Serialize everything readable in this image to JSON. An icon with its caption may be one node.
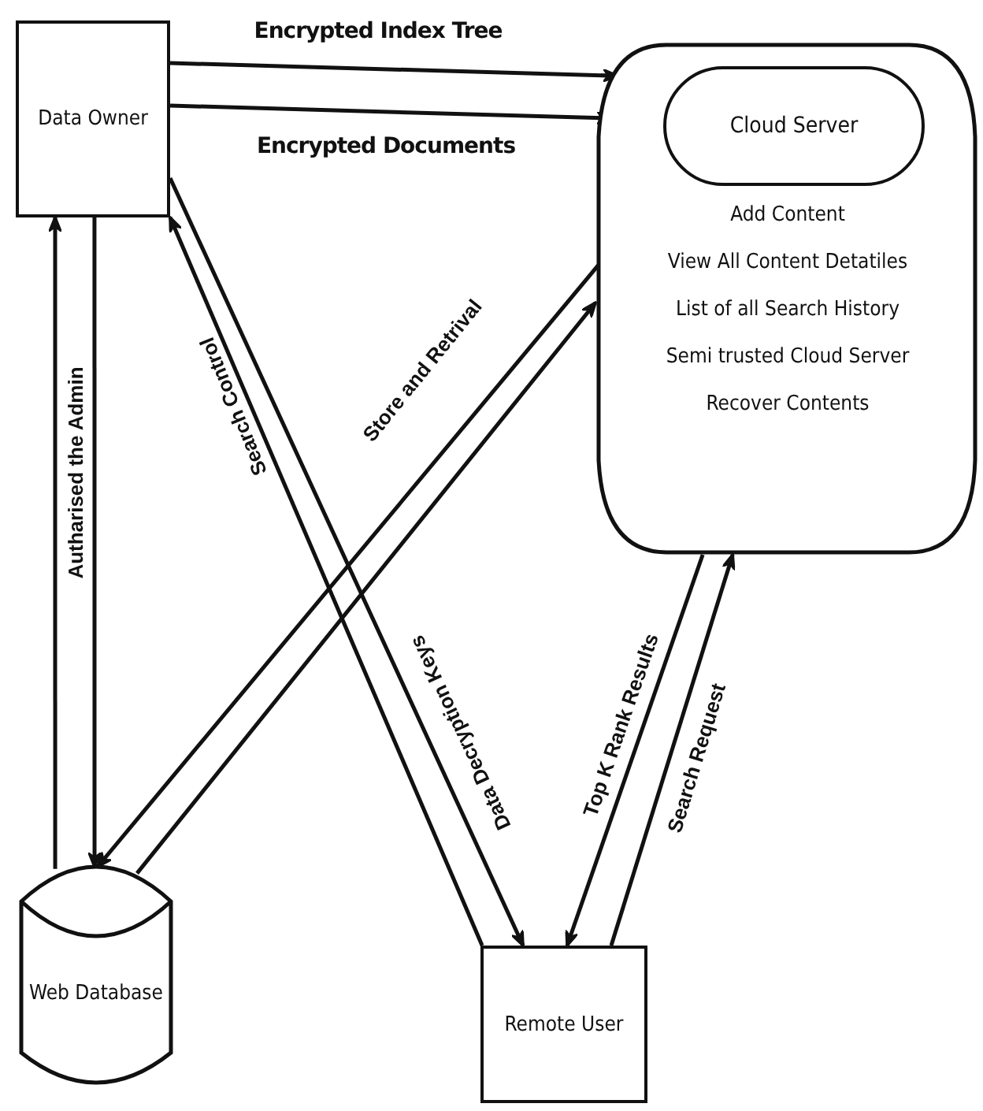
{
  "diagram": {
    "nodes": [
      {
        "text": [
          "Data Owner"
        ]
      },
      {
        "text": [
          "Add Content",
          "View All Content Detatiles",
          "List of all Search History",
          "Semi trusted Cloud Server",
          "Recover Contents"
        ]
      },
      {
        "text": [
          "Cloud Server"
        ],
        "in": 1
      },
      {
        "text": [
          "Web Database"
        ]
      },
      {
        "text": [
          "Remote User"
        ]
      }
    ],
    "edges": [
      {
        "from": 0,
        "to": 1,
        "arrow": "to",
        "label": "Encrypted Index Tree"
      },
      {
        "from": 0,
        "to": 1,
        "arrow": "to",
        "label": "Encrypted Documents"
      },
      {
        "from": 3,
        "to": 0,
        "arrow": "to",
        "label": "Autharised the Admin"
      },
      {
        "from": 0,
        "to": 3,
        "arrow": "to"
      },
      {
        "from": 4,
        "to": 0,
        "arrow": "to",
        "label": "Search Control"
      },
      {
        "from": 0,
        "to": 4,
        "arrow": "to",
        "label": "Data Decryption Keys"
      },
      {
        "from": 1,
        "to": 3,
        "arrow": "to",
        "label": "Store and Retrival"
      },
      {
        "from": 3,
        "to": 1,
        "arrow": "to"
      },
      {
        "from": 1,
        "to": 4,
        "arrow": "to",
        "label": "Top K Rank Results"
      },
      {
        "from": 4,
        "to": 1,
        "arrow": "to",
        "label": "Search Request"
      }
    ]
  }
}
